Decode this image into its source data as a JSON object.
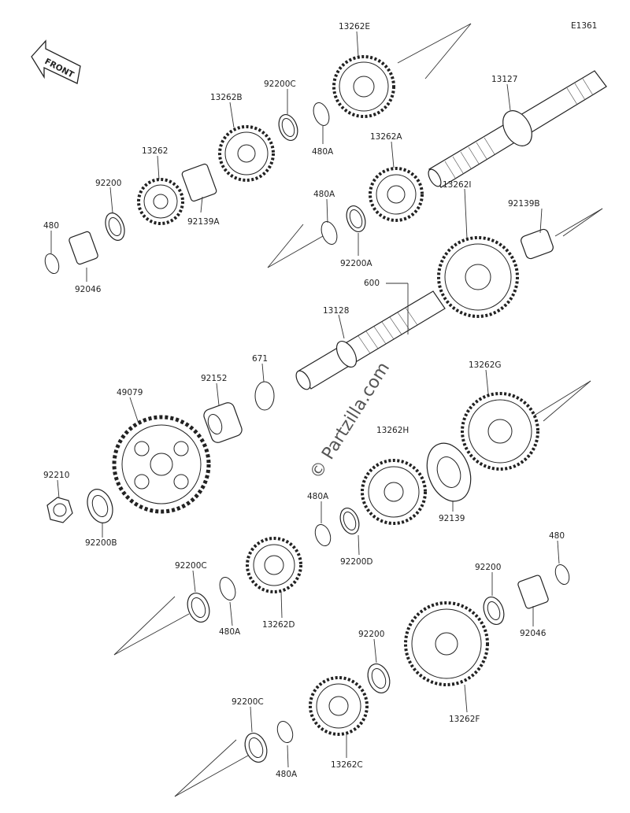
{
  "diagram": {
    "ref_code": "E1361",
    "front_label": "FRONT",
    "watermark": "© Partzilla.com",
    "parts": [
      {
        "id": "p-13262E",
        "label": "13262E"
      },
      {
        "id": "p-92200C-a",
        "label": "92200C"
      },
      {
        "id": "p-480A-a",
        "label": "480A"
      },
      {
        "id": "p-13262B",
        "label": "13262B"
      },
      {
        "id": "p-13127",
        "label": "13127"
      },
      {
        "id": "p-13262",
        "label": "13262"
      },
      {
        "id": "p-92200-a",
        "label": "92200"
      },
      {
        "id": "p-92139A",
        "label": "92139A"
      },
      {
        "id": "p-13262A",
        "label": "13262A"
      },
      {
        "id": "p-480-a",
        "label": "480"
      },
      {
        "id": "p-92046-a",
        "label": "92046"
      },
      {
        "id": "p-480A-b",
        "label": "480A"
      },
      {
        "id": "p-92200A",
        "label": "92200A"
      },
      {
        "id": "p-13262I",
        "label": "13262I"
      },
      {
        "id": "p-92139B",
        "label": "92139B"
      },
      {
        "id": "p-600",
        "label": "600"
      },
      {
        "id": "p-13128",
        "label": "13128"
      },
      {
        "id": "p-671",
        "label": "671"
      },
      {
        "id": "p-92152",
        "label": "92152"
      },
      {
        "id": "p-49079",
        "label": "49079"
      },
      {
        "id": "p-13262G",
        "label": "13262G"
      },
      {
        "id": "p-13262H",
        "label": "13262H"
      },
      {
        "id": "p-92210",
        "label": "92210"
      },
      {
        "id": "p-92200B",
        "label": "92200B"
      },
      {
        "id": "p-480A-c",
        "label": "480A"
      },
      {
        "id": "p-92139",
        "label": "92139"
      },
      {
        "id": "p-92200D",
        "label": "92200D"
      },
      {
        "id": "p-92200C-b",
        "label": "92200C"
      },
      {
        "id": "p-480A-d",
        "label": "480A"
      },
      {
        "id": "p-13262D",
        "label": "13262D"
      },
      {
        "id": "p-480-b",
        "label": "480"
      },
      {
        "id": "p-92200-b",
        "label": "92200"
      },
      {
        "id": "p-92046-b",
        "label": "92046"
      },
      {
        "id": "p-92200-c",
        "label": "92200"
      },
      {
        "id": "p-13262F",
        "label": "13262F"
      },
      {
        "id": "p-92200C-c",
        "label": "92200C"
      },
      {
        "id": "p-480A-e",
        "label": "480A"
      },
      {
        "id": "p-13262C",
        "label": "13262C"
      }
    ]
  }
}
